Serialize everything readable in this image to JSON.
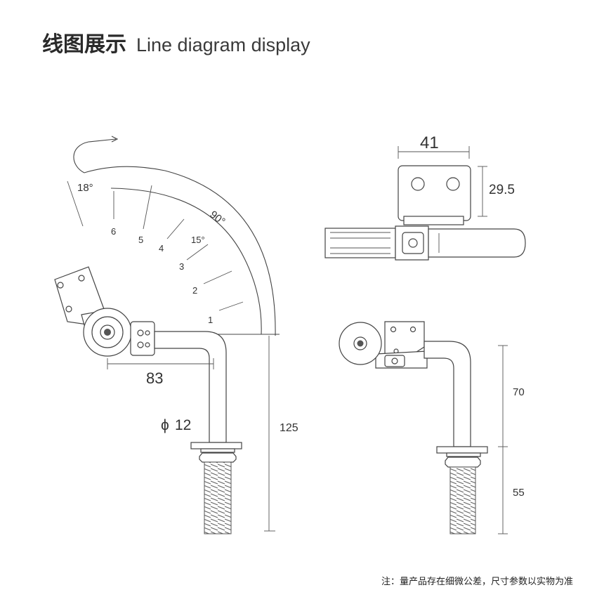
{
  "header": {
    "title_cn": "线图展示",
    "title_en": "Line diagram display"
  },
  "left_view": {
    "angle_total": "90°",
    "angle_step": "15°",
    "angle_start": "18°",
    "positions": [
      "1",
      "2",
      "3",
      "4",
      "5",
      "6"
    ],
    "dim_arm_length": "83",
    "dim_height": "125",
    "dim_diameter": "12",
    "diameter_symbol": "ϕ"
  },
  "right_top_view": {
    "dim_width": "41",
    "dim_height": "29.5"
  },
  "right_side_view": {
    "dim_upper": "70",
    "dim_lower": "55"
  },
  "footnote": "注：量产品存在细微公差，尺寸参数以实物为准"
}
